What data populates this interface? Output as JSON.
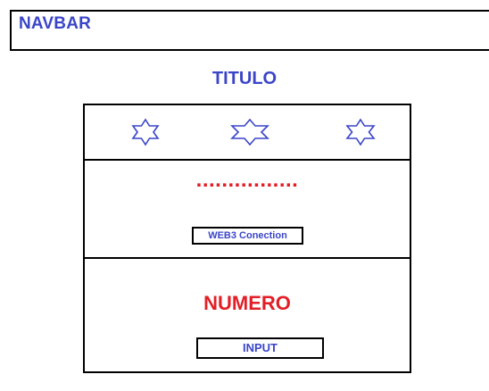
{
  "navbar": {
    "label": "NAVBAR"
  },
  "title": "TITULO",
  "stars": [
    {
      "icon": "star-of-david-icon"
    },
    {
      "icon": "star-of-david-icon"
    },
    {
      "icon": "star-of-david-icon"
    }
  ],
  "connect": {
    "dots": "................",
    "button_label": "WEB3 Conection"
  },
  "number": {
    "label": "NUMERO",
    "input_label": "INPUT"
  },
  "colors": {
    "blue": "#3b45c8",
    "red": "#e21f26",
    "border": "#000000"
  }
}
